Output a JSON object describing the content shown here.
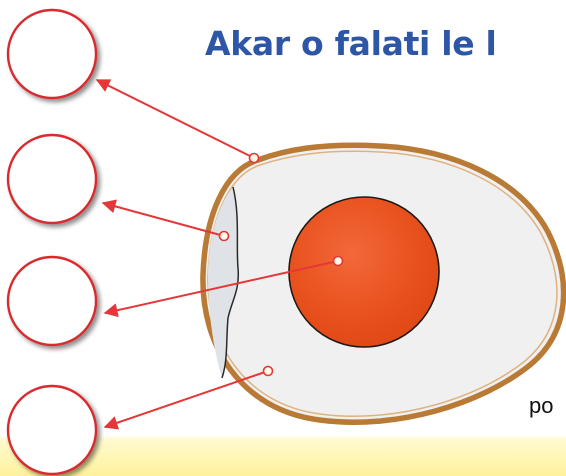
{
  "header": {
    "title": "Akar o falati le l"
  },
  "side_text": "po",
  "colors": {
    "title": "#2e56a6",
    "leader_line": "#e53638",
    "label_circle_stroke": "#d92a2f",
    "shell": "#c9883e",
    "yolk": "#e9531f",
    "albumen": "#f0f0f1",
    "air_cell": "#dfe2e6",
    "bottom_band": "#fff7b0"
  },
  "diagram": {
    "subject": "egg cross-section",
    "labels": [
      {
        "id": "label-1",
        "points_to": "shell",
        "text": ""
      },
      {
        "id": "label-2",
        "points_to": "air cell",
        "text": ""
      },
      {
        "id": "label-3",
        "points_to": "yolk",
        "text": ""
      },
      {
        "id": "label-4",
        "points_to": "albumen",
        "text": ""
      }
    ]
  }
}
